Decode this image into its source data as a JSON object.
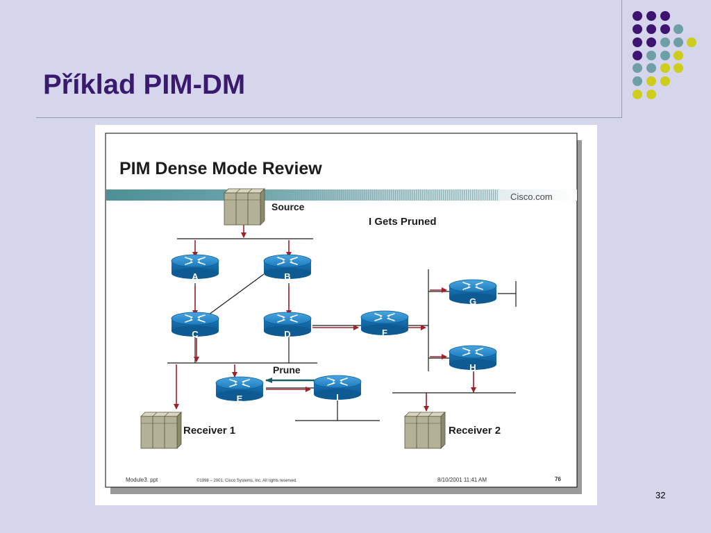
{
  "slide": {
    "title": "Příklad PIM-DM",
    "page_number": "32"
  },
  "figure": {
    "title": "PIM Dense Mode Review",
    "brand": "Cisco.com",
    "annotation": "I Gets Pruned",
    "source_label": "Source",
    "prune_label": "Prune",
    "receiver1_label": "Receiver 1",
    "receiver2_label": "Receiver 2",
    "routers": {
      "a": "A",
      "b": "B",
      "c": "C",
      "d": "D",
      "e": "E",
      "f": "F",
      "g": "G",
      "h": "H",
      "i": "I"
    },
    "footer": {
      "file": "Module3. ppt",
      "copyright": "©1998 – 2001, Cisco Systems, Inc. All rights reserved.",
      "date": "8/10/2001 11:41 AM",
      "page": "76"
    }
  },
  "colors": {
    "background": "#d5d6ec",
    "title": "#3a1a6e",
    "dot_purple": "#3d1470",
    "dot_teal": "#6f9fa6",
    "dot_yellow": "#cdcd1e",
    "router_blue": "#1f82c6",
    "flow_arrow": "#a0202a",
    "prune_arrow": "#1b5f65",
    "teal_band": "#5b9aa0"
  }
}
